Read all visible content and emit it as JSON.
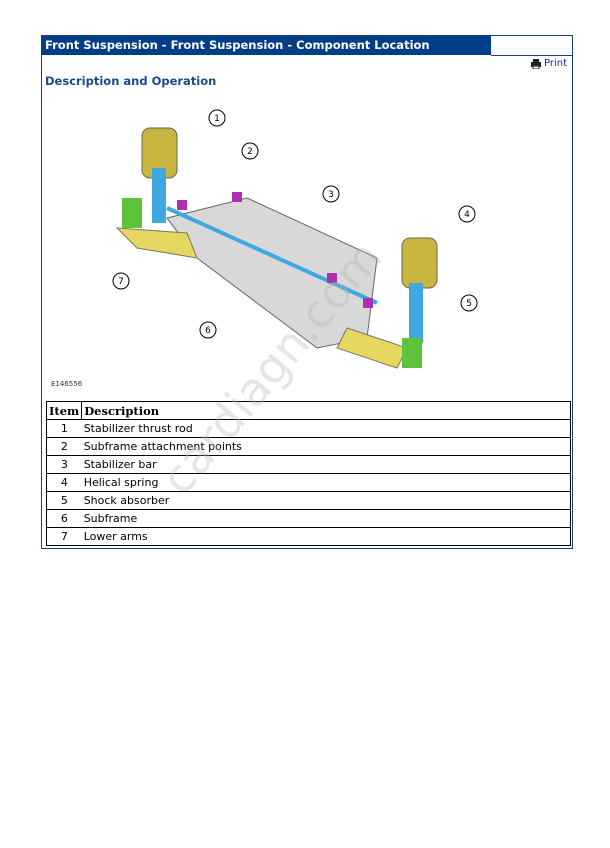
{
  "header": {
    "title": "Front Suspension - Front Suspension - Component Location"
  },
  "toolbar": {
    "print_label": "Print"
  },
  "section": {
    "heading": "Description and Operation"
  },
  "figure": {
    "code": "E146556",
    "callouts": [
      "1",
      "2",
      "3",
      "4",
      "5",
      "6",
      "7"
    ]
  },
  "table": {
    "headers": [
      "Item",
      "Description"
    ],
    "rows": [
      [
        "1",
        "Stabilizer thrust rod"
      ],
      [
        "2",
        "Subframe attachment points"
      ],
      [
        "3",
        "Stabilizer bar"
      ],
      [
        "4",
        "Helical spring"
      ],
      [
        "5",
        "Shock absorber"
      ],
      [
        "6",
        "Subframe"
      ],
      [
        "7",
        "Lower arms"
      ]
    ]
  },
  "watermark": "cardiagn.com"
}
